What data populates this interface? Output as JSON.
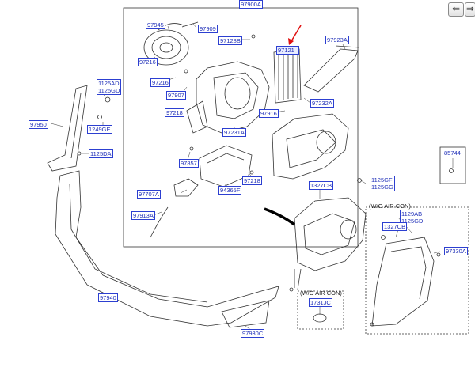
{
  "nav": {
    "back_icon": "arrow-left-icon",
    "forward_icon": "arrow-right-icon",
    "back_glyph": "⇐",
    "forward_glyph": "⇒"
  },
  "colors": {
    "label_border": "#2c3fd1",
    "label_text": "#1f2fb8",
    "highlight_arrow": "#e01010"
  },
  "labels": {
    "l97900A": "97900A",
    "l97945": "97945",
    "l97909": "97909",
    "l97128B": "97128B",
    "l97121": "97121",
    "l97923A": "97923A",
    "l97216a": "97216",
    "l97216b": "97216",
    "l97907": "97907",
    "l97218a": "97218",
    "l97232A": "97232A",
    "l97916": "97916",
    "l97231A": "97231A",
    "l1125AD_GD": "1125AD\n1125GD",
    "l97950": "97950",
    "l1249GE": "1249GE",
    "l1125DA": "1125DA",
    "l97857": "97857",
    "l97218b": "97218",
    "l97707A": "97707A",
    "l94365F": "94365F",
    "l97913A": "97913A",
    "l1327CB_a": "1327CB",
    "l1125GF_GG": "1125GF\n1125GG",
    "l85744": "85744",
    "l1129AB_GD": "1129AB\n1125GD",
    "l1327CB_b": "1327CB",
    "l97330A": "97330A",
    "l97940": "97940",
    "l1731JC": "1731JC",
    "l97930C": "97930C"
  },
  "notes": {
    "wo_air_con_1": "(W/O AIR CON)",
    "wo_air_con_2": "(W/O AIR CON)"
  }
}
